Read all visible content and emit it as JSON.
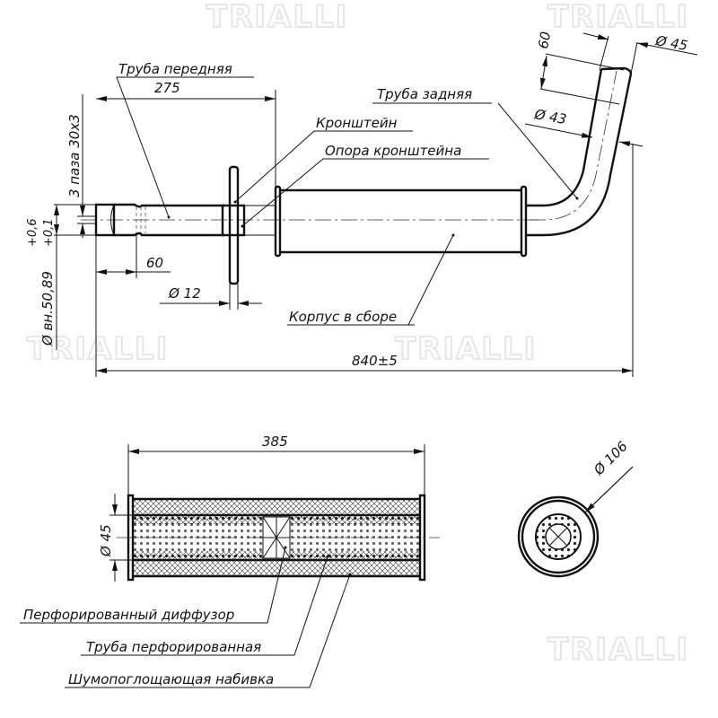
{
  "watermark": "TRIALLI",
  "top_view": {
    "labels": {
      "front_pipe": "Труба передняя",
      "bracket": "Кронштейн",
      "bracket_support": "Опора кронштейна",
      "rear_pipe": "Труба задняя",
      "body_assembly": "Корпус в сборе"
    },
    "dimensions": {
      "d275": "275",
      "d60_left": "60",
      "d12": "Ø 12",
      "d840": "840±5",
      "slots": "3 паза 30x3",
      "inner_diameter": "Ø вн.50,89",
      "tol_upper": "+0,6",
      "tol_lower": "+0,1",
      "d60_top": "60",
      "d45": "Ø 45",
      "d43": "Ø 43"
    }
  },
  "section_view": {
    "dimensions": {
      "d385": "385",
      "d45": "Ø 45",
      "d106": "Ø 106"
    },
    "labels": {
      "perforated_diffuser": "Перфорированный диффузор",
      "perforated_pipe": "Труба перфорированная",
      "sound_absorbing_packing": "Шумопоглощающая набивка"
    }
  }
}
